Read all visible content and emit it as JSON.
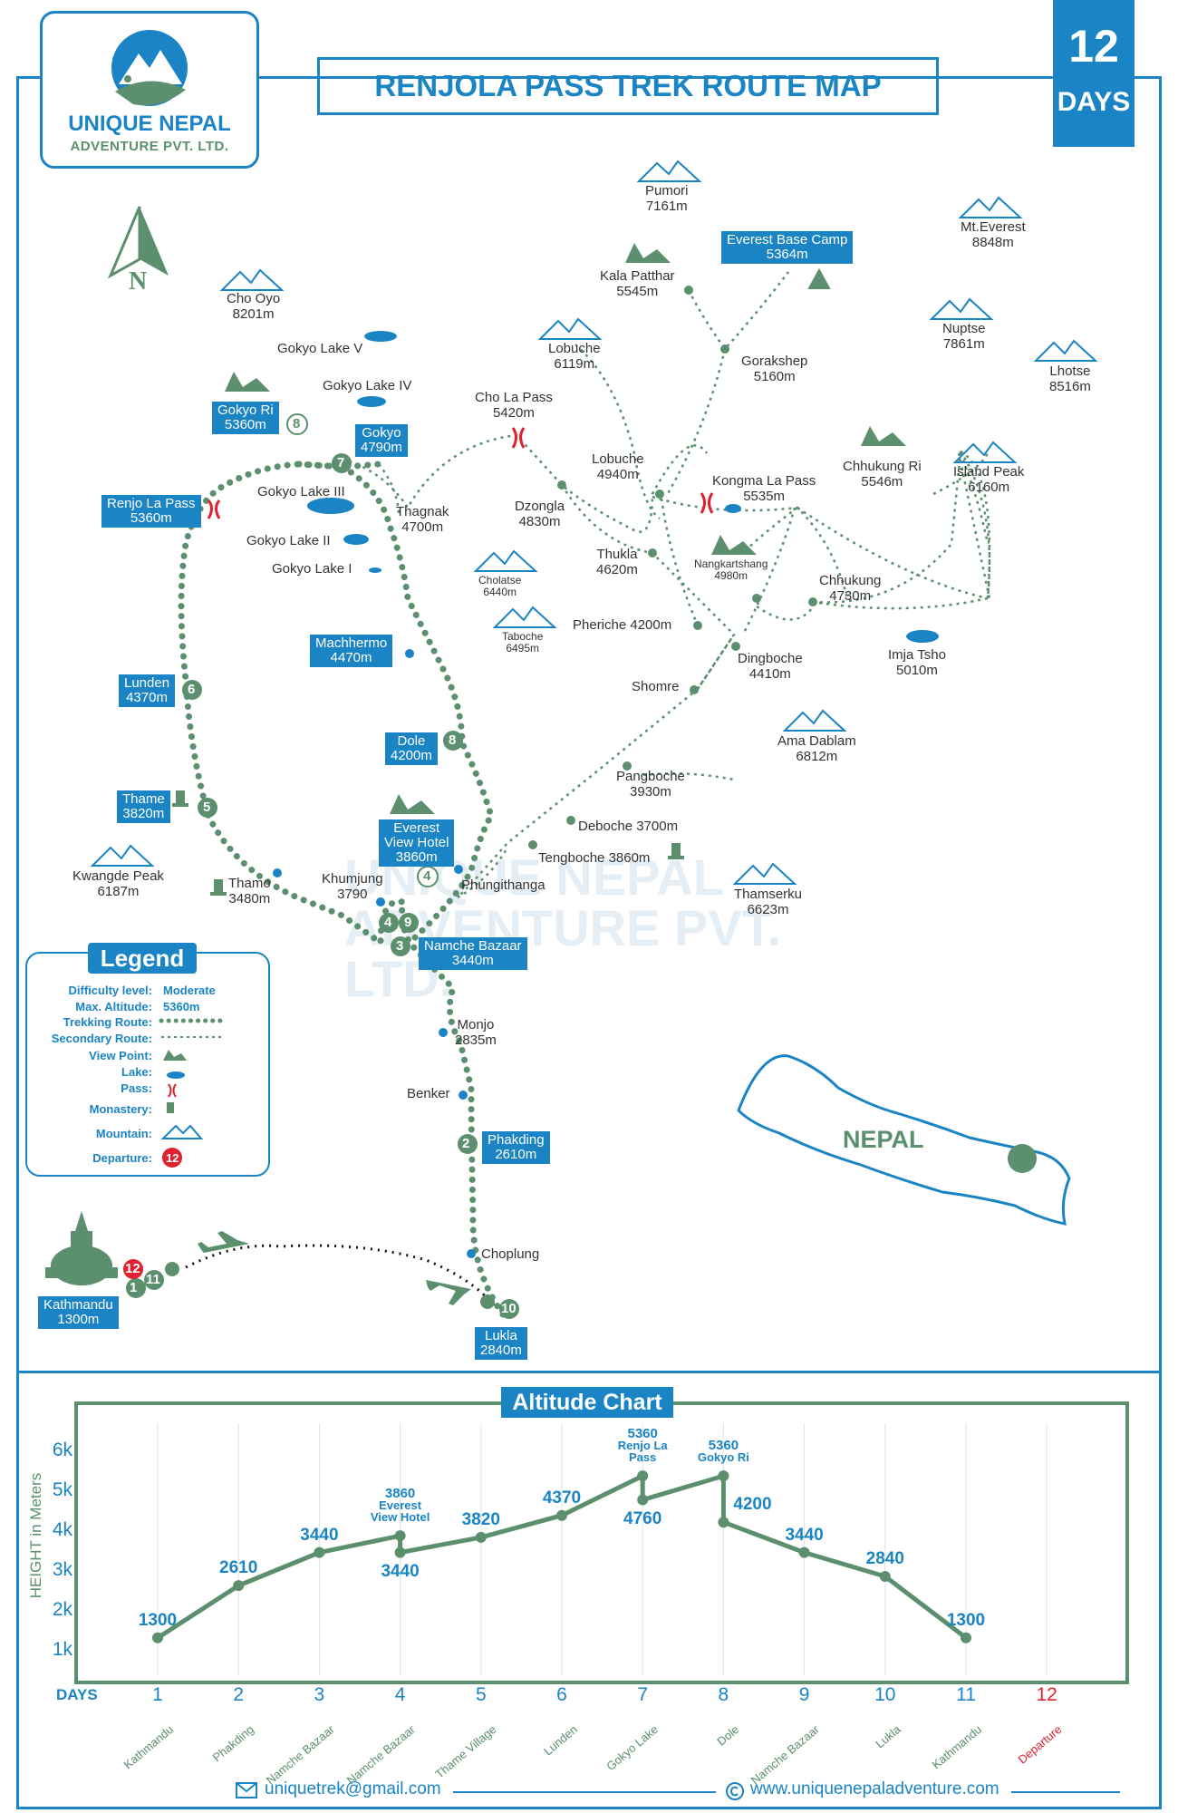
{
  "header": {
    "logo_name": "UNIQUE NEPAL",
    "logo_sub": "ADVENTURE PVT. LTD.",
    "title": "RENJOLA PASS TREK ROUTE MAP",
    "days_number": "12",
    "days_label": "DAYS"
  },
  "compass_label": "N",
  "watermark": "UNIQUE NEPAL ADVENTURE PVT. LTD.",
  "mountains": [
    {
      "name": "Pumori",
      "alt": "7161m"
    },
    {
      "name": "Mt.Everest",
      "alt": "8848m"
    },
    {
      "name": "Cho Oyo",
      "alt": "8201m"
    },
    {
      "name": "Nuptse",
      "alt": "7861m"
    },
    {
      "name": "Lobuche",
      "alt": "6119m"
    },
    {
      "name": "Lhotse",
      "alt": "8516m"
    },
    {
      "name": "Island Peak",
      "alt": "6160m"
    },
    {
      "name": "Cholatse",
      "alt": "6440m"
    },
    {
      "name": "Taboche",
      "alt": "6495m"
    },
    {
      "name": "Ama Dablam",
      "alt": "6812m"
    },
    {
      "name": "Kwangde Peak",
      "alt": "6187m"
    },
    {
      "name": "Thamserku",
      "alt": "6623m"
    }
  ],
  "tags": {
    "everest_bc": "Everest Base Camp\n5364m",
    "gokyo_ri": "Gokyo Ri\n5360m",
    "gokyo": "Gokyo\n4790m",
    "renjo": "Renjo La Pass\n5360m",
    "machhermo": "Machhermo\n4470m",
    "lunden": "Lunden\n4370m",
    "dole": "Dole\n4200m",
    "thame": "Thame\n3820m",
    "evh": "Everest\nView Hotel\n3860m",
    "namche": "Namche Bazaar\n3440m",
    "phakding": "Phakding\n2610m",
    "kathmandu": "Kathmandu\n1300m",
    "lukla": "Lukla\n2840m"
  },
  "places": {
    "kala_patthar": "Kala Patthar\n5545m",
    "gorakshep": "Gorakshep\n5160m",
    "cho_la": "Cho La Pass\n5420m",
    "lobuche_village": "Lobuche\n4940m",
    "kongma": "Kongma La Pass\n5535m",
    "chhukung_ri": "Chhukung Ri\n5546m",
    "dzongla": "Dzongla\n4830m",
    "thagnak": "Thagnak\n4700m",
    "thukla": "Thukla\n4620m",
    "nangkartshang": "Nangkartshang\n4980m",
    "chhukung": "Chhukung\n4730m",
    "pheriche": "Pheriche 4200m",
    "dingboche": "Dingboche\n4410m",
    "imja": "Imja Tsho\n5010m",
    "shomre": "Shomre",
    "pangboche": "Pangboche\n3930m",
    "deboche": "Deboche 3700m",
    "tengboche": "Tengboche 3860m",
    "phungithanga": "Phungithanga",
    "khumjung": "Khumjung\n3790",
    "thamo": "Thamo\n3480m",
    "monjo": "Monjo\n2835m",
    "benker": "Benker",
    "choplung": "Choplung",
    "gokyo_lake_v": "Gokyo Lake V",
    "gokyo_lake_iv": "Gokyo Lake IV",
    "gokyo_lake_iii": "Gokyo Lake III",
    "gokyo_lake_ii": "Gokyo Lake II",
    "gokyo_lake_i": "Gokyo Lake I"
  },
  "route_days": [
    "1",
    "2",
    "3",
    "4",
    "4",
    "5",
    "6",
    "7",
    "8",
    "8",
    "9",
    "10",
    "11",
    "12"
  ],
  "legend": {
    "title": "Legend",
    "difficulty_label": "Difficulty level:",
    "difficulty_value": "Moderate",
    "altitude_label": "Max. Altitude:",
    "altitude_value": "5360m",
    "trekking_route": "Trekking Route:",
    "secondary_route": "Secondary Route:",
    "view_point": "View Point:",
    "lake": "Lake:",
    "pass": "Pass:",
    "monastery": "Monastery:",
    "mountain": "Mountain:",
    "departure": "Departure:",
    "departure_badge": "12"
  },
  "inset_label": "NEPAL",
  "colors": {
    "blue": "#1a84c4",
    "green": "#5b8f6e",
    "red": "#e0212e"
  },
  "chart_data": {
    "type": "line",
    "title": "Altitude Chart",
    "ylabel": "HEIGHT in Meters",
    "xlabel": "DAYS",
    "ylim": [
      1000,
      6000
    ],
    "yticks": [
      "6k",
      "5k",
      "4k",
      "3k",
      "2k",
      "1k"
    ],
    "x_days": [
      "1",
      "2",
      "3",
      "4",
      "5",
      "6",
      "7",
      "8",
      "9",
      "10",
      "11",
      "12"
    ],
    "x_places": [
      "Kathmandu",
      "Phakding",
      "Namche Bazaar",
      "Namche Bazaar",
      "Thame Village",
      "Lunden",
      "Gokyo Lake",
      "Dole",
      "Namche Bazaar",
      "Lukla",
      "Kathmandu",
      "Departure"
    ],
    "points": [
      {
        "day": 1,
        "alt": 1300,
        "label": "1300"
      },
      {
        "day": 2,
        "alt": 2610,
        "label": "2610"
      },
      {
        "day": 3,
        "alt": 3440,
        "label": "3440"
      },
      {
        "day": 4,
        "alt": 3860,
        "label": "3860\nEverest\nView Hotel"
      },
      {
        "day": 4,
        "alt": 3440,
        "label": "3440"
      },
      {
        "day": 5,
        "alt": 3820,
        "label": "3820"
      },
      {
        "day": 6,
        "alt": 4370,
        "label": "4370"
      },
      {
        "day": 7,
        "alt": 5360,
        "label": "5360\nRenjo La\nPass"
      },
      {
        "day": 7,
        "alt": 4760,
        "label": "4760"
      },
      {
        "day": 8,
        "alt": 5360,
        "label": "5360\nGokyo Ri"
      },
      {
        "day": 8,
        "alt": 4200,
        "label": "4200"
      },
      {
        "day": 9,
        "alt": 3440,
        "label": "3440"
      },
      {
        "day": 10,
        "alt": 2840,
        "label": "2840"
      },
      {
        "day": 11,
        "alt": 1300,
        "label": "1300"
      }
    ]
  },
  "footer": {
    "email": "uniquetrek@gmail.com",
    "website": "www.uniquenepaladventure.com"
  }
}
